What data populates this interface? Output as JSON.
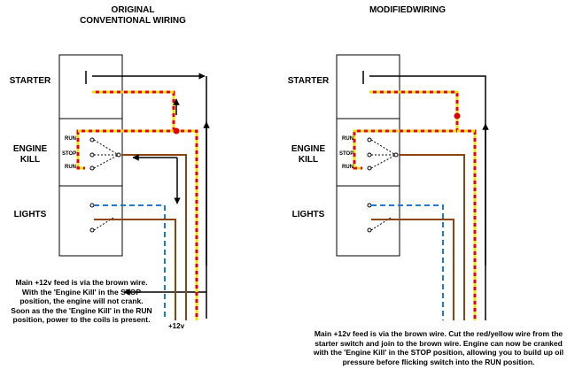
{
  "left": {
    "title_line1": "ORIGINAL",
    "title_line2": "CONVENTIONAL WIRING",
    "rows": {
      "starter": "STARTER",
      "engine_kill_1": "ENGINE",
      "engine_kill_2": "KILL",
      "lights": "LIGHTS"
    },
    "switch_labels": {
      "run_top": "RUN",
      "stop": "STOP",
      "run_bottom": "RUN"
    },
    "supply": "+12v",
    "note": "Main +12v feed is via the brown wire. With the 'Engine Kill' in the STOP position, the engine will not crank. Soon as the the 'Engine Kill' in the RUN position, power to the coils is present."
  },
  "right": {
    "title": "MODIFIEDWIRING",
    "rows": {
      "starter": "STARTER",
      "engine_kill_1": "ENGINE",
      "engine_kill_2": "KILL",
      "lights": "LIGHTS"
    },
    "switch_labels": {
      "run_top": "RUN",
      "stop": "STOP",
      "run_bottom": "RUN"
    },
    "note": "Main +12v feed is via the brown wire. Cut the red/yellow wire from the starter switch and join to the brown wire. Engine can now be cranked with the 'Engine Kill' in the STOP position, allowing you to build up oil pressure before flicking switch into the RUN position."
  },
  "colors": {
    "brown": "#8B4513",
    "red": "#e00000",
    "yellow": "#f2e000",
    "blue": "#1f78d1",
    "black": "#000000"
  }
}
